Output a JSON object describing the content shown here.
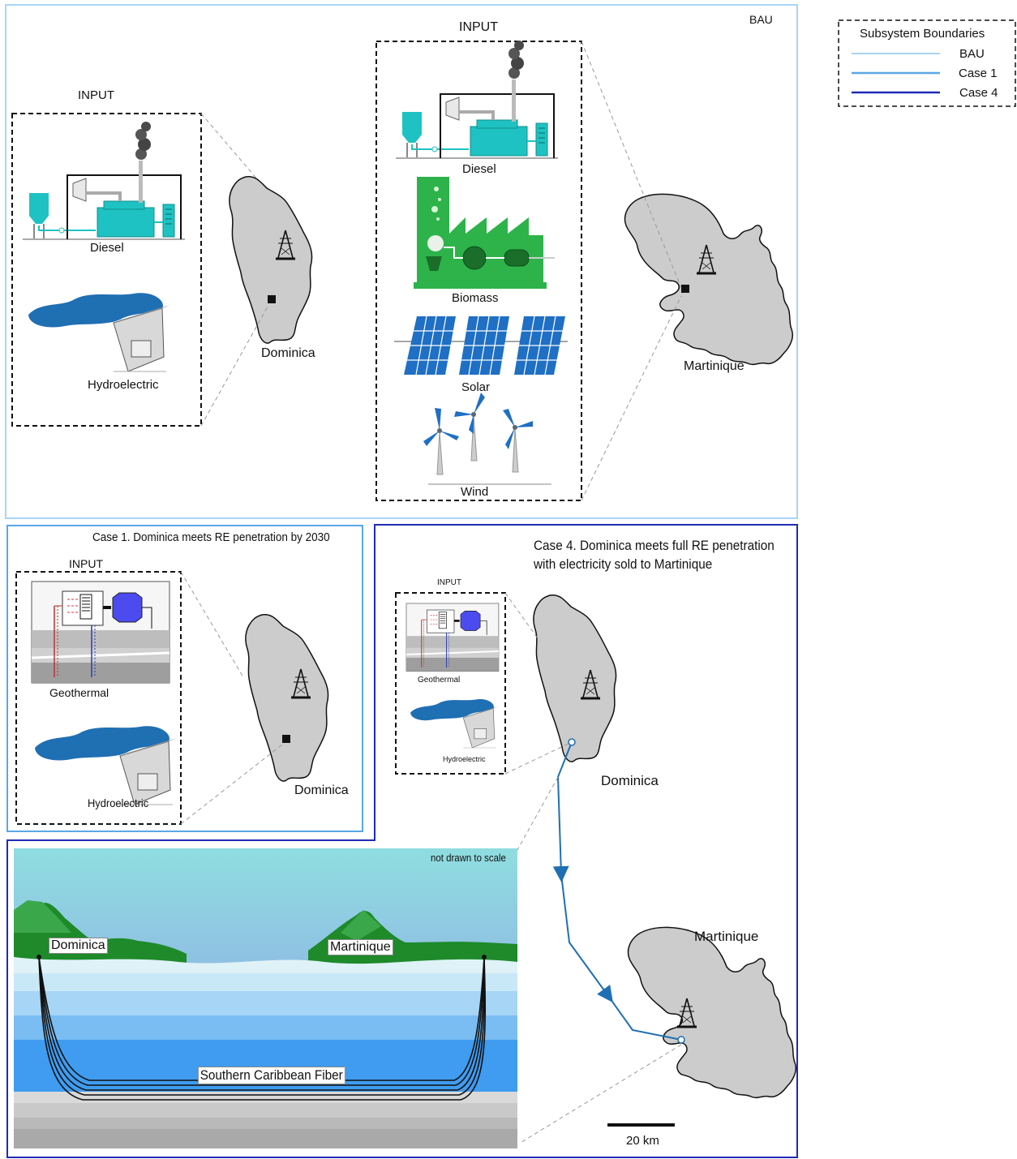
{
  "legend": {
    "title": "Subsystem Boundaries",
    "items": [
      {
        "label": "BAU",
        "color": "#a9d4f5"
      },
      {
        "label": "Case 1",
        "color": "#5aa7e6"
      },
      {
        "label": "Case 4",
        "color": "#1f2bb5"
      }
    ]
  },
  "bau": {
    "tag": "BAU",
    "dominica_input": {
      "title": "INPUT",
      "sources": [
        "Diesel",
        "Hydroelectric"
      ]
    },
    "martinique_input": {
      "title": "INPUT",
      "sources": [
        "Diesel",
        "Biomass",
        "Solar",
        "Wind"
      ]
    },
    "dominica_label": "Dominica",
    "martinique_label": "Martinique"
  },
  "case1": {
    "title": "Case 1. Dominica meets RE penetration by 2030",
    "input_title": "INPUT",
    "sources": [
      "Geothermal",
      "Hydroelectric"
    ],
    "dominica_label": "Dominica"
  },
  "case4": {
    "title_line1": "Case 4. Dominica meets full RE penetration",
    "title_line2": "with electricity sold to Martinique",
    "input_title": "INPUT",
    "sources": [
      "Geothermal",
      "Hydroelectric"
    ],
    "dominica_label": "Dominica",
    "martinique_label": "Martinique",
    "scale_label": "20 km"
  },
  "cable_inset": {
    "note": "not drawn to scale",
    "left_label": "Dominica",
    "right_label": "Martinique",
    "cable_label": "Southern Caribbean Fiber"
  },
  "colors": {
    "bau_border": "#a9d4f5",
    "case1_border": "#5aa7e6",
    "case4_border": "#1f2bb5",
    "island_fill": "#cccccc",
    "diesel_teal": "#1fc2c2",
    "biomass_green": "#2db34a",
    "solar_blue": "#1f6fc4",
    "water_blue": "#1f6fb3",
    "cable_blue": "#1f6fb3"
  }
}
